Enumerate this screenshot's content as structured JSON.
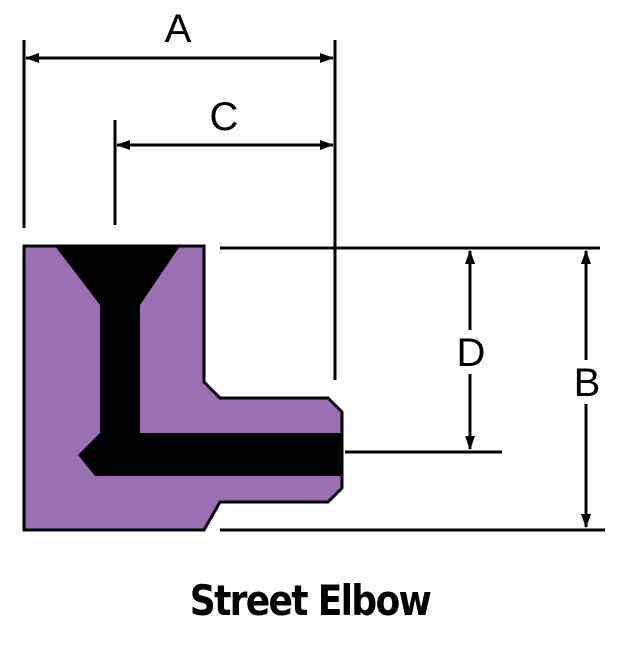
{
  "caption": "Street Elbow",
  "dimensions": {
    "a": "A",
    "b": "B",
    "c": "C",
    "d": "D"
  },
  "colors": {
    "fitting_body": "#9B6FB3",
    "outline": "#000000",
    "bore": "#000000"
  }
}
